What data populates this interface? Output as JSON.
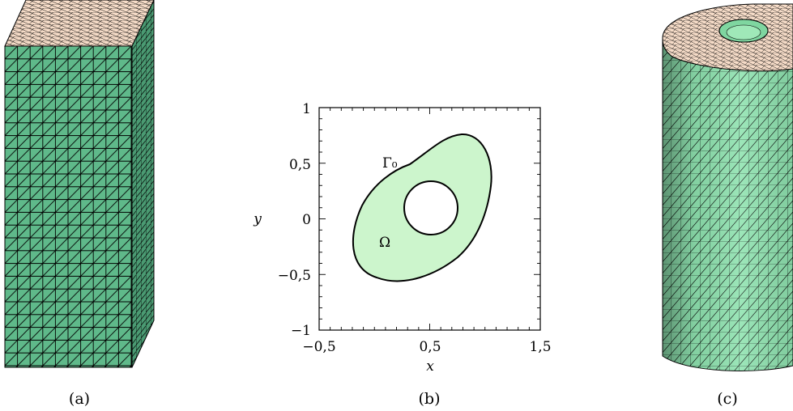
{
  "captions": {
    "a": "(a)",
    "b": "(b)",
    "c": "(c)"
  },
  "chart_data": {
    "type": "diagram",
    "xlabel": "x",
    "ylabel": "y",
    "xlim": [
      -0.5,
      1.5
    ],
    "ylim": [
      -1,
      1
    ],
    "x_ticks": [
      "−0,5",
      "0,5",
      "1,5"
    ],
    "y_ticks": [
      "1",
      "0,5",
      "0",
      "−0,5",
      "−1"
    ],
    "annotations": {
      "boundary": "Γ₀",
      "domain": "Ω"
    }
  },
  "colors": {
    "mesh_face": "#5fb98a",
    "mesh_top": "#f6dcc8",
    "cylinder_face": "#8fe3b0",
    "domain_fill": "#ccf5cc",
    "edge": "#000000"
  }
}
